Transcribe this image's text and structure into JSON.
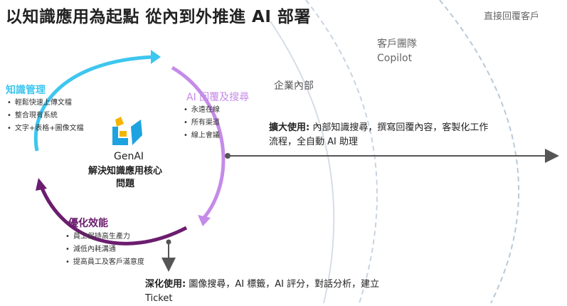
{
  "title": "以知識應用為起點 從內到外推進 AI 部署",
  "zones": {
    "outer": "直接回覆客戶",
    "middle_line1": "客戶團隊",
    "middle_line2": "Copilot",
    "inner": "企業內部"
  },
  "cycle": {
    "knowledge": {
      "heading": "知識管理",
      "items": [
        "輕鬆快速上傳文檔",
        "整合現有系統",
        "文字+表格+圖像文檔"
      ],
      "color": "#3dc6ef"
    },
    "reply": {
      "heading": "AI 回覆及搜尋",
      "items": [
        "永遠在線",
        "所有渠道",
        "線上會議"
      ],
      "color": "#c58be8"
    },
    "optimize": {
      "heading": "優化效能",
      "items": [
        "員工保持高生產力",
        "減低內耗溝通",
        "提高員工及客戶滿意度"
      ],
      "color": "#6b1d6e"
    }
  },
  "center": {
    "logo_icon": "genai-logo-icon",
    "name": "GenAI",
    "desc": "解決知識應用核心問題"
  },
  "expand": {
    "label": "擴大使用:",
    "text": "內部知識搜尋，撰寫回覆內容，客製化工作流程，全自動 AI 助理"
  },
  "deepen": {
    "label": "深化使用:",
    "text": "圖像搜尋，AI 標籤，AI 評分，對話分析，建立 Ticket"
  },
  "colors": {
    "zone_line": "#b9c9d8",
    "arrow": "#555555",
    "logo_blue": "#1fa3e0",
    "logo_yellow": "#f5b400"
  }
}
